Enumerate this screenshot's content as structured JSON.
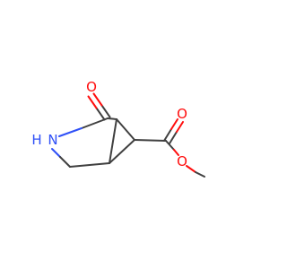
{
  "molecule": {
    "colors": {
      "carbon": "#404040",
      "oxygen": "#ff0d0d",
      "nitrogen": "#2f50f7",
      "background": "#ffffff"
    },
    "labels": {
      "ketone_oxygen": "O",
      "ring_nitrogen": "N",
      "ring_nitrogen_h": "H",
      "carbonyl_oxygen": "O",
      "ester_oxygen": "O"
    }
  }
}
